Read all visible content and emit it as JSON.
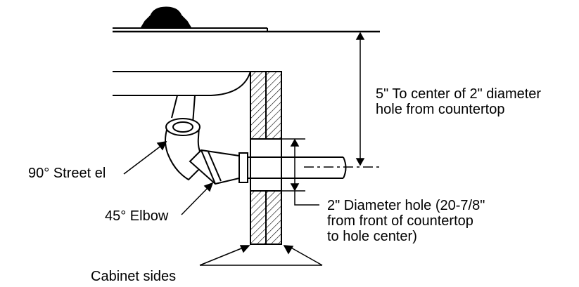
{
  "labels": {
    "countertop_distance": [
      "5\" To center of 2\" diameter",
      "hole from countertop"
    ],
    "street_el": "90° Street el",
    "elbow_45": "45° Elbow",
    "hole_note": [
      "2\" Diameter hole (20-7/8\"",
      "from front of countertop",
      "to hole center)"
    ],
    "cabinet_sides": "Cabinet sides"
  },
  "colors": {
    "line": "#000000",
    "background": "#ffffff"
  }
}
